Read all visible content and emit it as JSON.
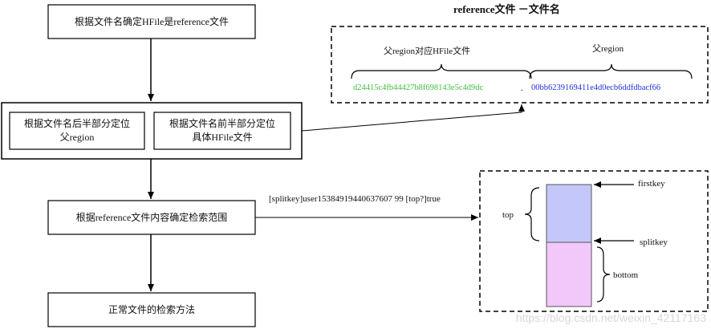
{
  "diagram": {
    "steps": {
      "step1": "根据文件名确定HFile是reference文件",
      "step2a": [
        "根据文件名后半部分定位",
        "父region"
      ],
      "step2b": [
        "根据文件名前半部分定位",
        "具体HFile文件"
      ],
      "step3": "根据reference文件内容确定检索范围",
      "step4": "正常文件的检索方法"
    },
    "reference_name": {
      "title": "reference文件 －文件名",
      "left_label": "父region对应HFile文件",
      "right_label": "父region",
      "hfile_hash": "d24415c4fb44427b8f698143e5c4d9dc",
      "separator": ".",
      "region_hash": "00bb6239169411e4d0ecb6ddfdbacf66"
    },
    "content_label": "[splitkey]user15384919440637607 99   [top?]true",
    "range": {
      "firstkey": "firstkey",
      "splitkey": "splitkey",
      "top": "top",
      "bottom": "bottom"
    },
    "colors": {
      "top_fill": "#c4c7fa",
      "bottom_fill": "#f2c8fa",
      "green_text": "#3fbf3f",
      "blue_text": "#2030e0"
    },
    "watermark": "https://blog.csdn.net/weixin_42117163"
  }
}
